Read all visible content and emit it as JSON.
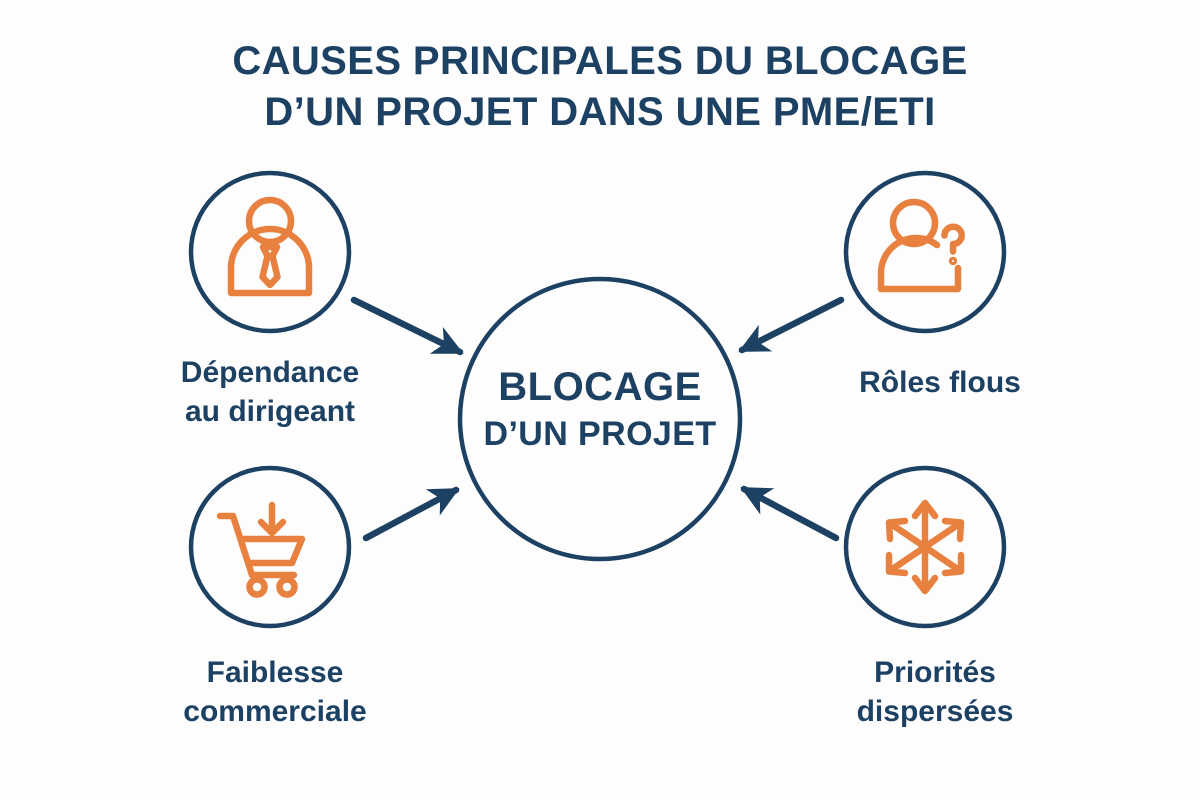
{
  "palette": {
    "background": "#fdfdfd",
    "navy": "#1d4163",
    "orange": "#e8813f"
  },
  "title": {
    "line1": "CAUSES PRINCIPALES DU BLOCAGE",
    "line2": "D’UN PROJET DANS UNE PME/ETI"
  },
  "center": {
    "main": "BLOCAGE",
    "sub": "D’UN PROJET"
  },
  "nodes": [
    {
      "id": "dependance-au-dirigeant",
      "icon": "manager-person-tie-icon",
      "label_line1": "Dépendance",
      "label_line2": "au dirigeant",
      "position": "top-left"
    },
    {
      "id": "roles-flous",
      "icon": "person-question-mark-icon",
      "label_line1": "Rôles flous",
      "label_line2": "",
      "position": "top-right"
    },
    {
      "id": "faiblesse-commerciale",
      "icon": "shopping-cart-down-arrow-icon",
      "label_line1": "Faiblesse",
      "label_line2": "commerciale",
      "position": "bottom-left"
    },
    {
      "id": "priorites-dispersees",
      "icon": "scattered-arrows-icon",
      "label_line1": "Priorités",
      "label_line2": "dispersées",
      "position": "bottom-right"
    }
  ],
  "arrows": [
    {
      "id": "arrow-top-left-to-center",
      "from": "dependance-au-dirigeant",
      "to": "center"
    },
    {
      "id": "arrow-top-right-to-center",
      "from": "roles-flous",
      "to": "center"
    },
    {
      "id": "arrow-bottom-left-to-center",
      "from": "faiblesse-commerciale",
      "to": "center"
    },
    {
      "id": "arrow-bottom-right-to-center",
      "from": "priorites-dispersees",
      "to": "center"
    }
  ],
  "chart_data": {
    "type": "diagram",
    "title": "CAUSES PRINCIPALES DU BLOCAGE D’UN PROJET DANS UNE PME/ETI",
    "hub": "BLOCAGE D’UN PROJET",
    "spokes": [
      "Dépendance au dirigeant",
      "Rôles flous",
      "Faiblesse commerciale",
      "Priorités dispersées"
    ]
  }
}
